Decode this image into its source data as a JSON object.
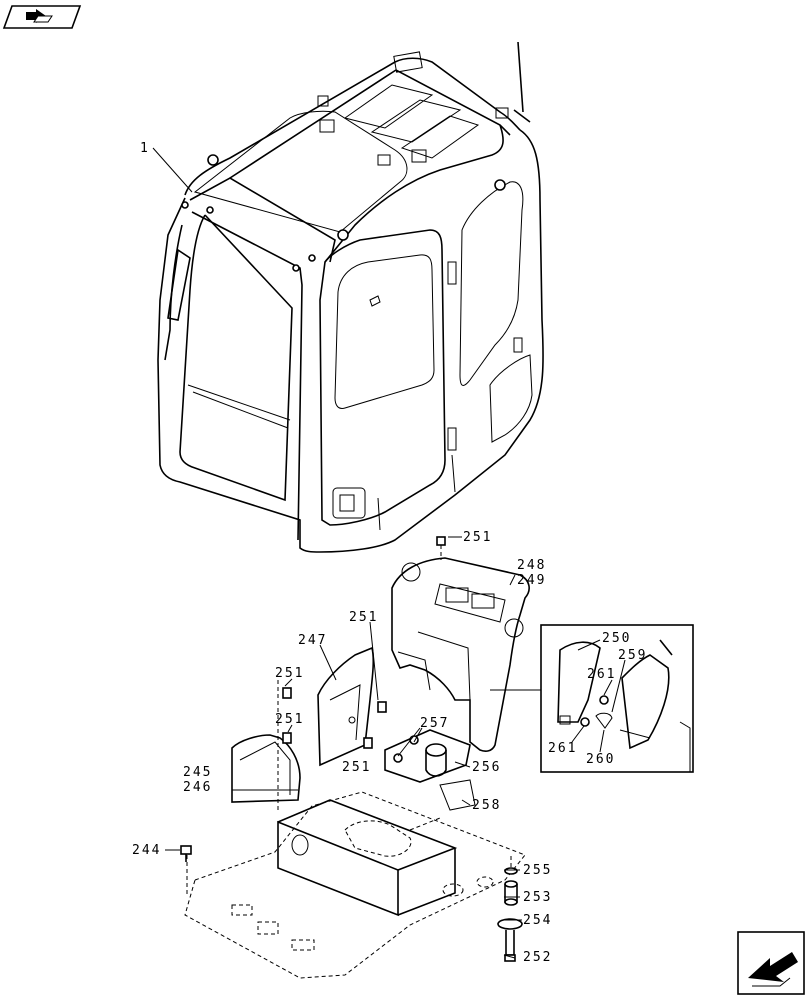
{
  "callouts": {
    "cab": "1",
    "bolt_top": "251",
    "panel_a": "248",
    "panel_b": "249",
    "bolt_mid": "251",
    "cover_left": "247",
    "bolt_left1": "251",
    "bolt_left2": "251",
    "bolt_low": "251",
    "duct_a": "245",
    "duct_b": "246",
    "cover_right": "250",
    "screw_a": "261",
    "bracket": "259",
    "screw_b": "261",
    "clip": "260",
    "fastener_a": "257",
    "plate": "256",
    "pad": "258",
    "floor_bolt": "244",
    "washer": "255",
    "spacer": "253",
    "mount": "254",
    "mount_bolt": "252"
  },
  "icons": {
    "top_left": "back-arrow-icon",
    "bottom_right": "next-page-arrow-icon"
  }
}
